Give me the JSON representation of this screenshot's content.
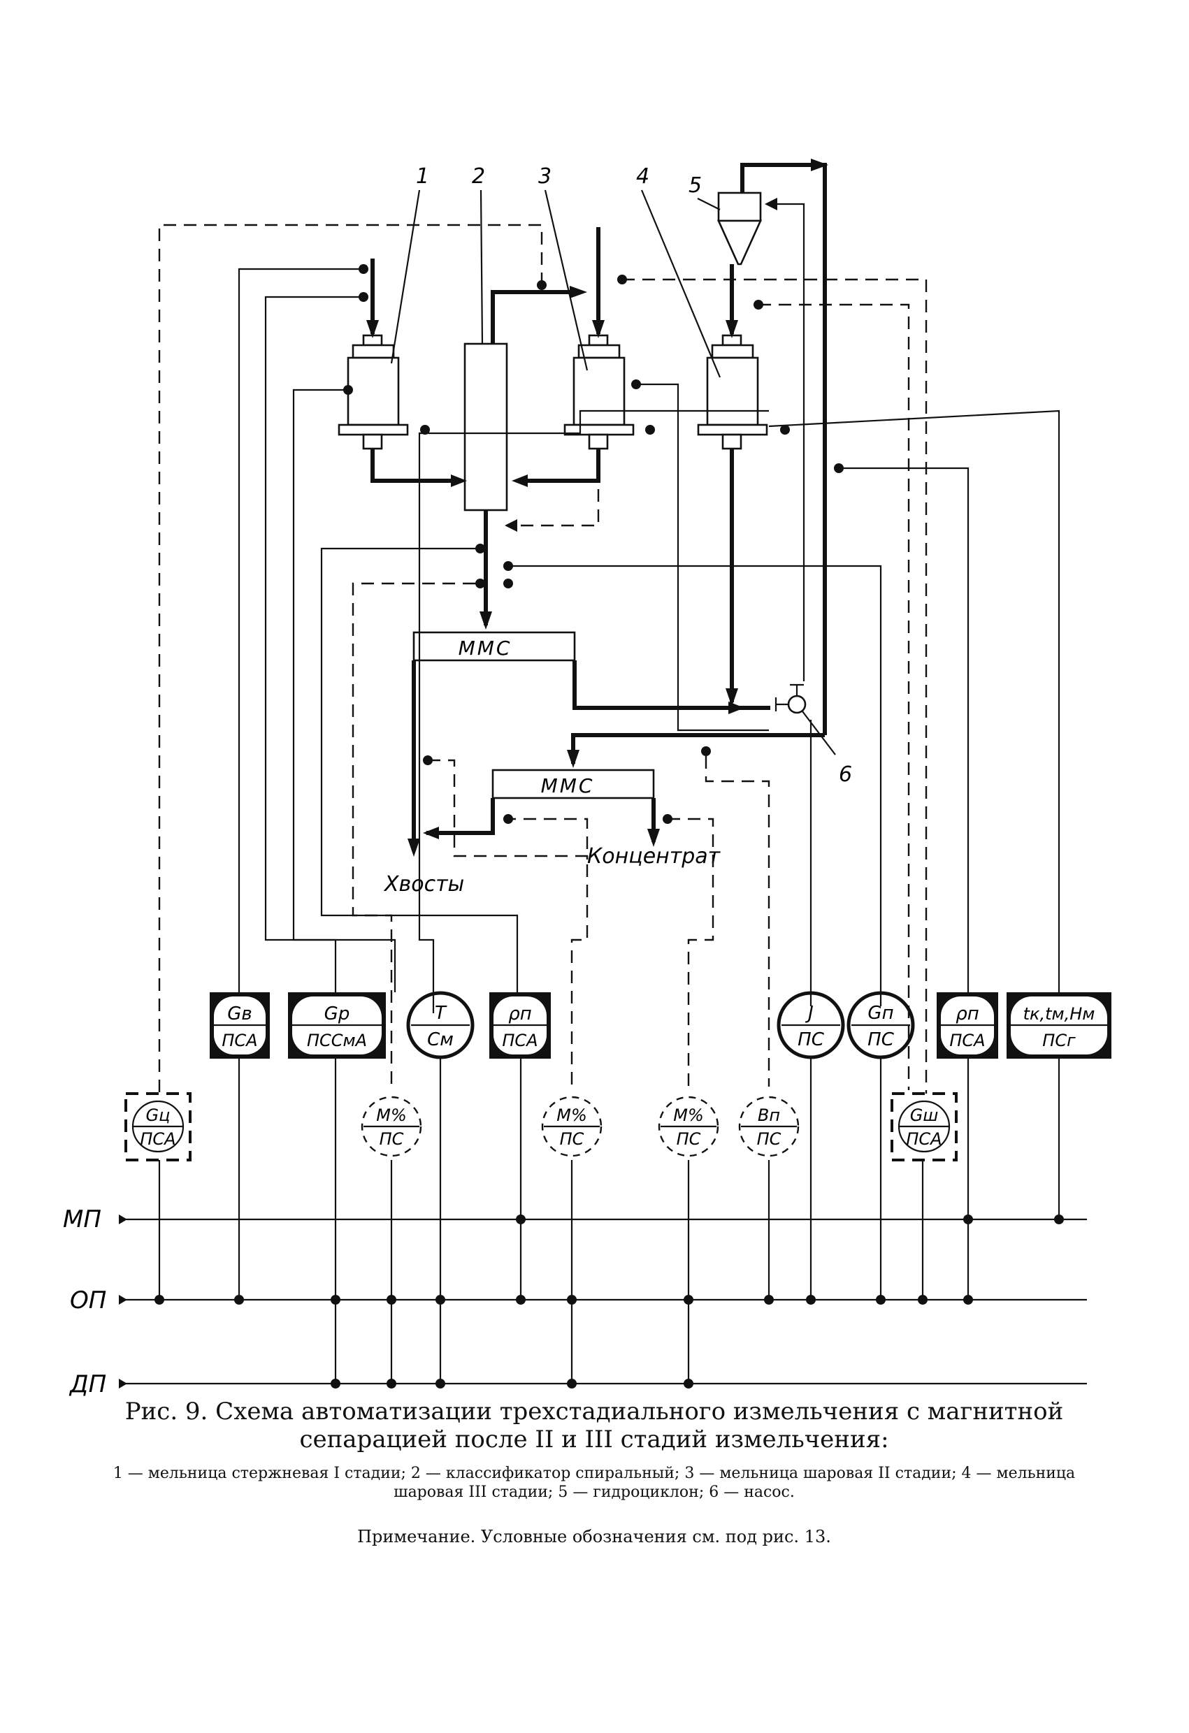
{
  "figure": {
    "caption_title": "Рис. 9. Схема автоматизации трехстадиального измельчения с магнитной сепарацией после II и III стадий измельчения:",
    "legend": "1 — мельница стержневая I стадии; 2 — классификатор спиральный; 3 — мельница шаровая II стадии; 4 — мельница шаровая III стадии; 5 — гидроциклон; 6 — насос.",
    "note": "Примечание. Условные обозначения см. под рис. 13."
  },
  "equipment_numbers": [
    "1",
    "2",
    "3",
    "4",
    "5",
    "6"
  ],
  "separators": [
    "ММС",
    "ММС"
  ],
  "outputs": {
    "tails": "Хвосты",
    "concentrate": "Концентрат"
  },
  "buses": [
    "МП",
    "ОП",
    "ДП"
  ],
  "instruments": [
    {
      "top": "Gц",
      "bottom": "ПСА",
      "style": "square-dashed"
    },
    {
      "top": "Gв",
      "bottom": "ПСА",
      "style": "panel"
    },
    {
      "top": "Gр",
      "bottom": "ПССмА",
      "style": "panel"
    },
    {
      "top": "T",
      "bottom": "См",
      "style": "circle"
    },
    {
      "top": "ρп",
      "bottom": "ПСА",
      "style": "panel"
    },
    {
      "top": "M%",
      "bottom": "ПС",
      "style": "circle-dashed"
    },
    {
      "top": "M%",
      "bottom": "ПС",
      "style": "circle-dashed"
    },
    {
      "top": "M%",
      "bottom": "ПС",
      "style": "circle-dashed"
    },
    {
      "top": "Bп",
      "bottom": "ПС",
      "style": "circle-dashed"
    },
    {
      "top": "J",
      "bottom": "ПС",
      "style": "circle"
    },
    {
      "top": "Gп",
      "bottom": "ПС",
      "style": "circle"
    },
    {
      "top": "Gш",
      "bottom": "ПСА",
      "style": "square-dashed"
    },
    {
      "top": "ρп",
      "bottom": "ПСА",
      "style": "panel"
    },
    {
      "top": "tк,tм,Hм",
      "bottom": "ПСг",
      "style": "panel"
    }
  ]
}
